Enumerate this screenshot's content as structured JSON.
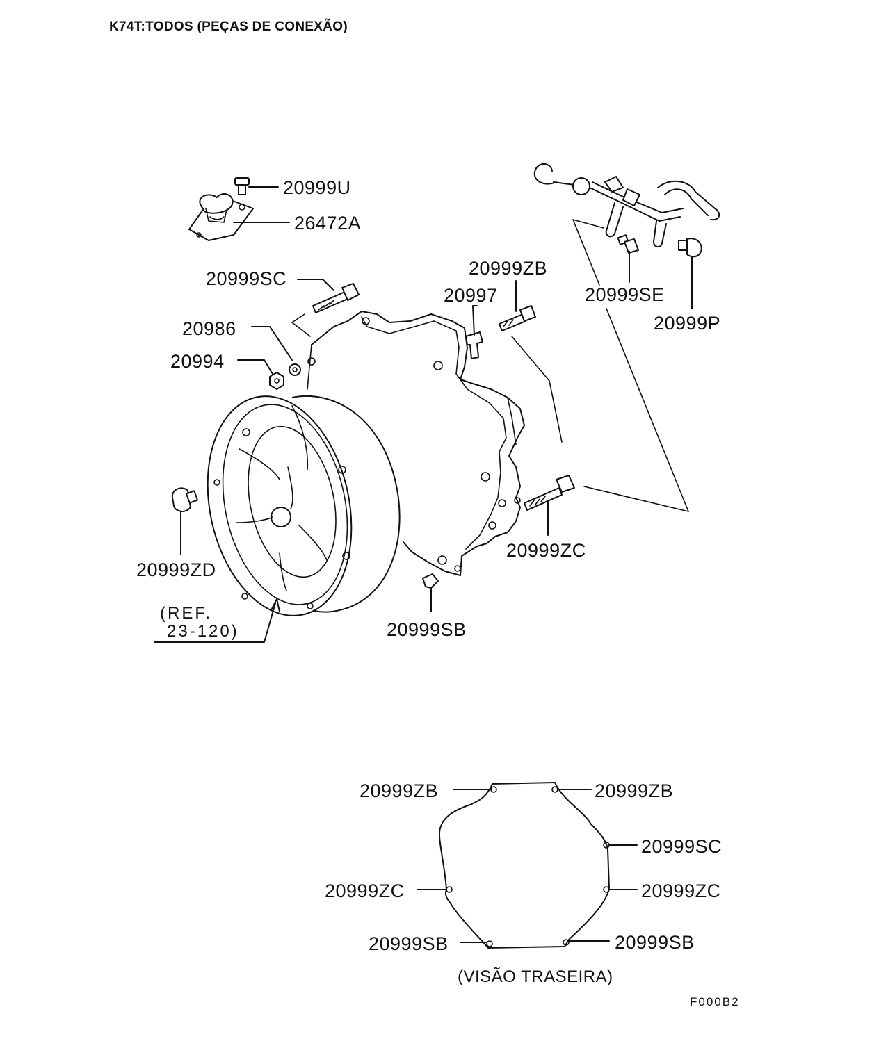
{
  "header": {
    "title": "K74T:TODOS (PEÇAS DE CONEXÃO)"
  },
  "footer": {
    "code": "F000B2"
  },
  "main_view": {
    "labels": {
      "p20999U": "20999U",
      "p26472A": "26472A",
      "p20999SC": "20999SC",
      "p20986": "20986",
      "p20994": "20994",
      "p20999ZB": "20999ZB",
      "p20997": "20997",
      "p20999SE": "20999SE",
      "p20999P": "20999P",
      "p20999ZC": "20999ZC",
      "p20999ZD": "20999ZD",
      "p20999SB": "20999SB",
      "ref_line1": "(REF.",
      "ref_line2": "23-120)"
    }
  },
  "rear_view": {
    "caption": "(VISÃO TRASEIRA)",
    "labels": {
      "top_left": "20999ZB",
      "top_right": "20999ZB",
      "right_upper": "20999SC",
      "left_middle": "20999ZC",
      "right_middle": "20999ZC",
      "bottom_left": "20999SB",
      "bottom_right": "20999SB"
    }
  }
}
